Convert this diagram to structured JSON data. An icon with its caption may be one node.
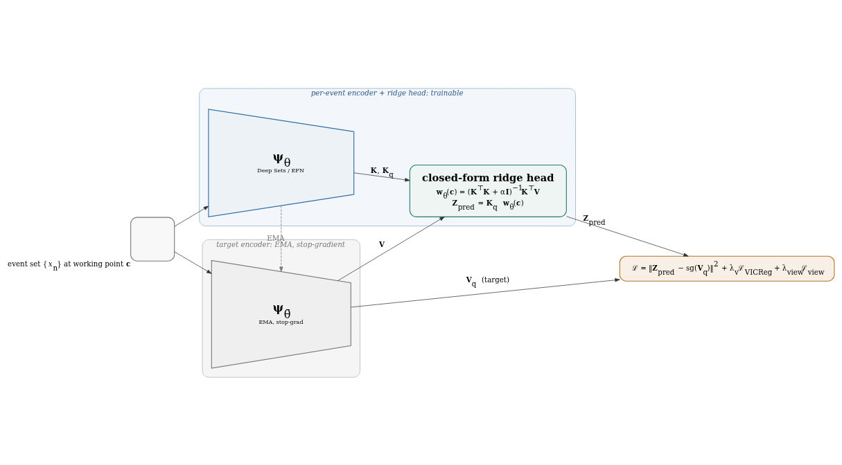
{
  "diagram": {
    "nodes": [
      {
        "text": [
          "per-event encoder + ridge head: trainable"
        ]
      },
      {
        "text": [
          "**ψ**$_{θ}$",
          "Deep Sets / EFN"
        ],
        "in": 0
      },
      {
        "text": [
          "closed-form ridge head",
          "**w**$_{θ}$(**c**) = (**K**$^{⊤}$**K** + α**I**)$^{−1}$**K**$^{⊤}$**V**",
          "**Z**$_{pred}$ = **K**$_{q}$ **w**$_{θ}$(**c**)"
        ],
        "in": 0
      },
      {
        "text": [
          "target encoder: EMA, stop-gradient"
        ]
      },
      {
        "text": [
          "**ψ**$_{θ̄}$",
          "EMA, stop-grad"
        ],
        "in": 3
      },
      {
        "text": [],
        "shape": "box",
        "beside": [
          "event set {*x*$_{n}$} at working point **c**"
        ]
      },
      {
        "text": [
          "ℒ = ‖**Z**$_{pred}$ − sg(**V**$_{q}$)‖$^{2}$ + λ$_{v}$ℒ$_{VICReg}$ + λ$_{view}$ℒ$_{view}$"
        ]
      }
    ],
    "edges": [
      {
        "from": 5,
        "to": 1,
        "arrow": "to"
      },
      {
        "from": 5,
        "to": 4,
        "arrow": "to"
      },
      {
        "from": 1,
        "to": 2,
        "arrow": "to",
        "label": "**K**, **K**$_{q}$"
      },
      {
        "from": 4,
        "to": 2,
        "arrow": "to",
        "label": "**V**"
      },
      {
        "from": 1,
        "to": 4,
        "arrow": "to",
        "label": "EMA",
        "style": "dashed",
        "color": "#777777"
      },
      {
        "from": 2,
        "to": 6,
        "arrow": "to",
        "label": "**Z**$_{pred}$"
      },
      {
        "from": 4,
        "to": 6,
        "arrow": "to",
        "label": "**V**$_{q}$ (target)"
      }
    ]
  }
}
